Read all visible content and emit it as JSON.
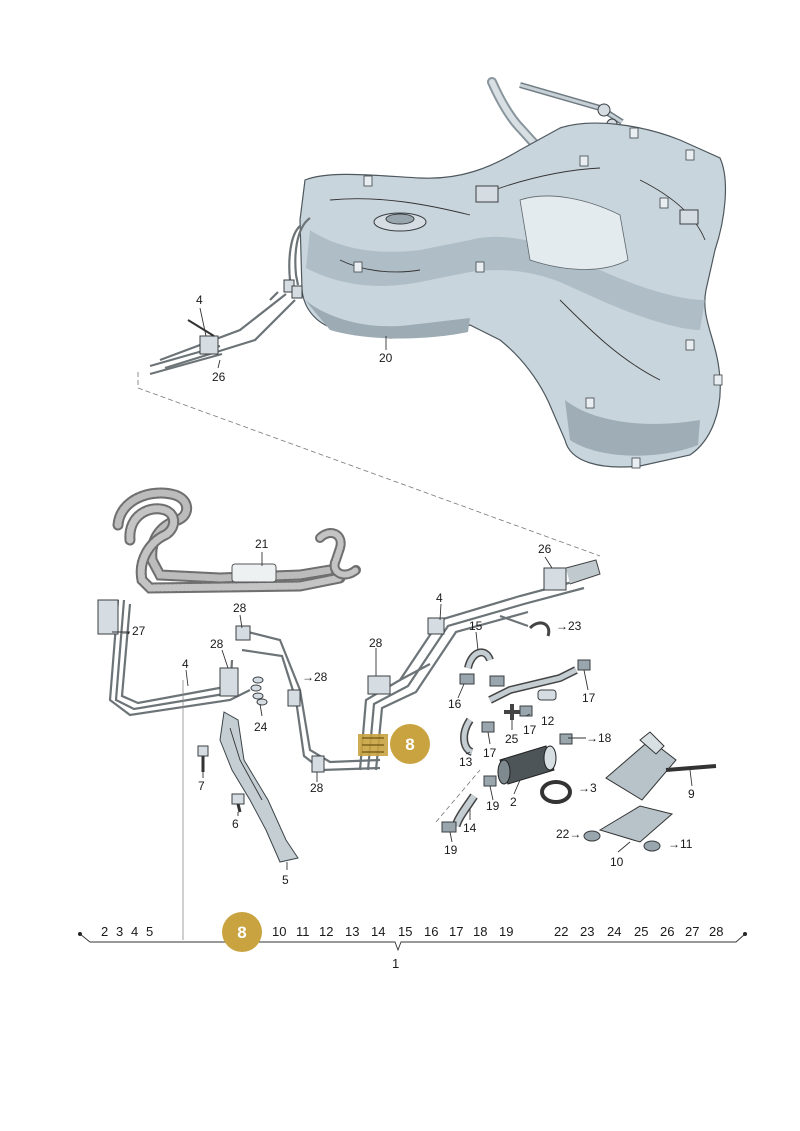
{
  "highlight_color": "#c9a340",
  "tank_callouts": [
    "4",
    "26",
    "20"
  ],
  "callouts": {
    "c21": "21",
    "c26": "26",
    "c4a": "4",
    "c27": "→27",
    "c28a": "28",
    "c28b": "28",
    "c28c": "→28",
    "c28d": "28",
    "c28e": "28",
    "c4b": "4",
    "c24": "24",
    "c7": "7",
    "c6": "6",
    "c5": "5",
    "c15": "15",
    "c23": "→23",
    "c16": "16",
    "c17a": "17",
    "c17b": "17",
    "c17c": "17",
    "c13": "13",
    "c25": "25",
    "c12": "12",
    "c14": "14",
    "c19a": "19",
    "c19b": "19",
    "c2": "2",
    "c3": "→3",
    "c18": "→18",
    "c9": "9",
    "c22": "22→",
    "c10": "10",
    "c11": "→11"
  },
  "badge": {
    "label": "8"
  },
  "legend": {
    "left": [
      "2",
      "3",
      "4",
      "5"
    ],
    "selected": "8",
    "right": [
      "10",
      "11",
      "12",
      "13",
      "14",
      "15",
      "16",
      "17",
      "18",
      "19",
      "22",
      "23",
      "24",
      "25",
      "26",
      "27",
      "28"
    ],
    "total": "1"
  }
}
